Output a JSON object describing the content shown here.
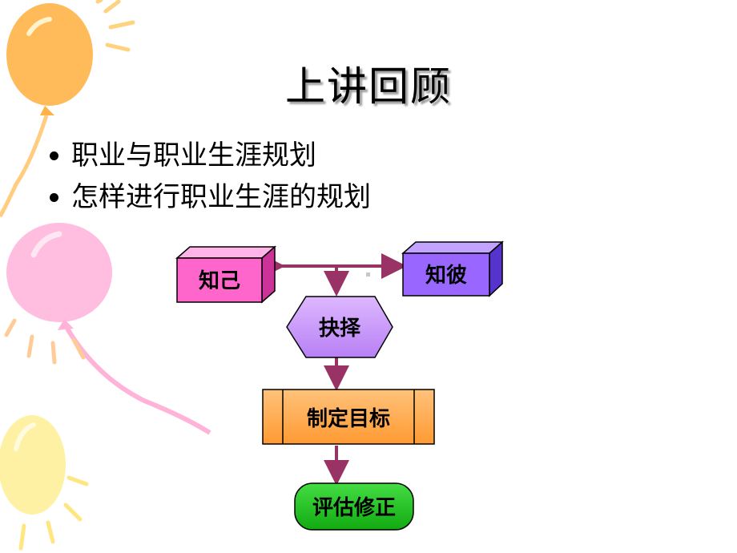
{
  "slide": {
    "title": "上讲回顾",
    "bullets": [
      "职业与职业生涯规划",
      "怎样进行职业生涯的规划"
    ]
  },
  "diagram": {
    "nodes": {
      "know_self": "知己",
      "know_other": "知彼",
      "choose": "抉择",
      "set_goal": "制定目标",
      "evaluate": "评估修正"
    },
    "colors": {
      "know_self": "#ff66cc",
      "know_other": "#9966ff",
      "choose": "#cc99ff",
      "set_goal": "#ffa64d",
      "evaluate": "#22cc22",
      "arrow": "#993366"
    }
  }
}
